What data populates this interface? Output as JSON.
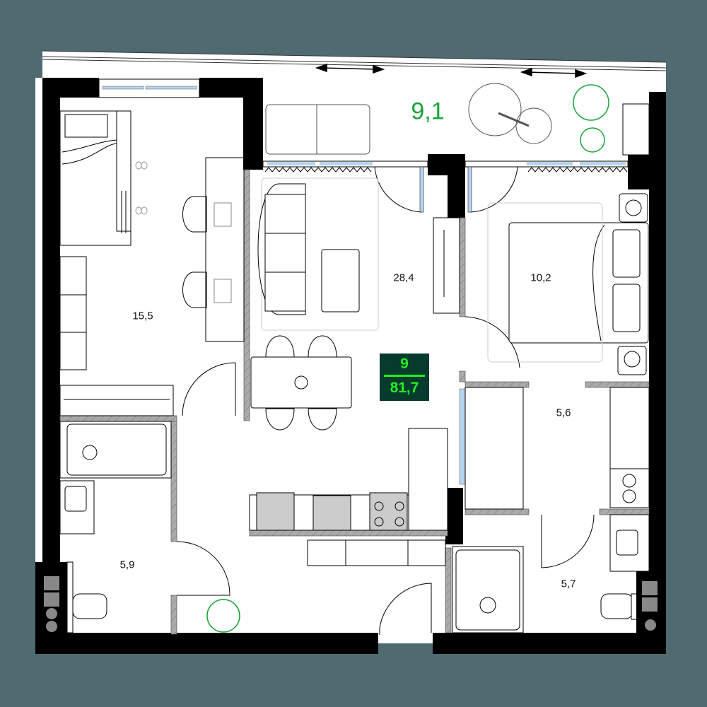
{
  "floorplan": {
    "apartment_number": "9",
    "total_area": "81,7",
    "colors": {
      "background": "#4f6a70",
      "wall": "#000000",
      "partition": "#aaaaaa",
      "window_glass": "#b8d4f0",
      "plant": "#1aa33a",
      "badge_bg": "#063b2e",
      "badge_text": "#22ee22"
    },
    "rooms": [
      {
        "id": "balcony",
        "area": "9,1"
      },
      {
        "id": "bedroom-left",
        "area": "15,5"
      },
      {
        "id": "living-kitchen",
        "area": "28,4"
      },
      {
        "id": "bedroom-right",
        "area": "10,2"
      },
      {
        "id": "wardrobe",
        "area": "5,6"
      },
      {
        "id": "bathroom-left",
        "area": "5,9"
      },
      {
        "id": "bathroom-right",
        "area": "5,7"
      }
    ]
  }
}
